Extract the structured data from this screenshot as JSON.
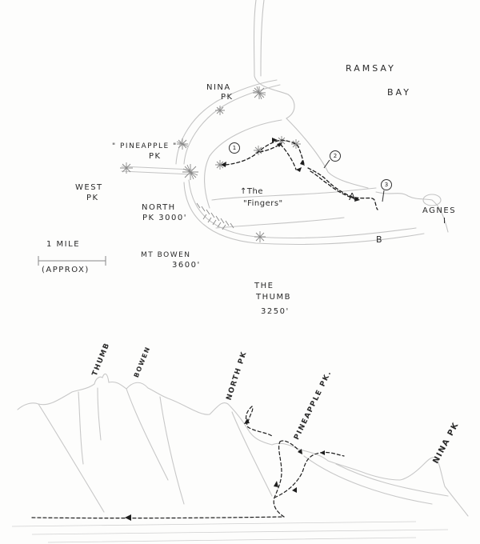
{
  "map": {
    "water_label_line1": "RAMSAY",
    "water_label_line2": "BAY",
    "peaks": {
      "nina": {
        "line1": "NINA",
        "line2": "PK"
      },
      "pineapple": {
        "line1": "\" PINEAPPLE \"",
        "line2": "PK"
      },
      "west": {
        "line1": "WEST",
        "line2": "PK"
      },
      "north": {
        "line1": "NORTH",
        "line2": "PK 3000'"
      },
      "bowen": {
        "line1": "MT  BOWEN",
        "line2": "3600'"
      },
      "thumb": {
        "line1": "THE",
        "line2": "THUMB",
        "line3": "3250'"
      }
    },
    "fingers": {
      "line1": "↑The",
      "line2": "\"Fingers\""
    },
    "island": {
      "line1": "AGNES",
      "line2": "I"
    },
    "route_points": {
      "a": "A",
      "b": "B"
    },
    "markers": [
      "1",
      "2",
      "3"
    ],
    "scale": {
      "label": "1 MILE",
      "note": "(APPROX)"
    }
  },
  "profile": {
    "labels": [
      "THUMB",
      "BOWEN",
      "NORTH PK",
      "PINEAPPLE PK.",
      "NINA PK"
    ]
  },
  "colors": {
    "pencil": "#bdbdbd",
    "ink": "#1e1e1e",
    "paper": "#fdfdfc"
  }
}
